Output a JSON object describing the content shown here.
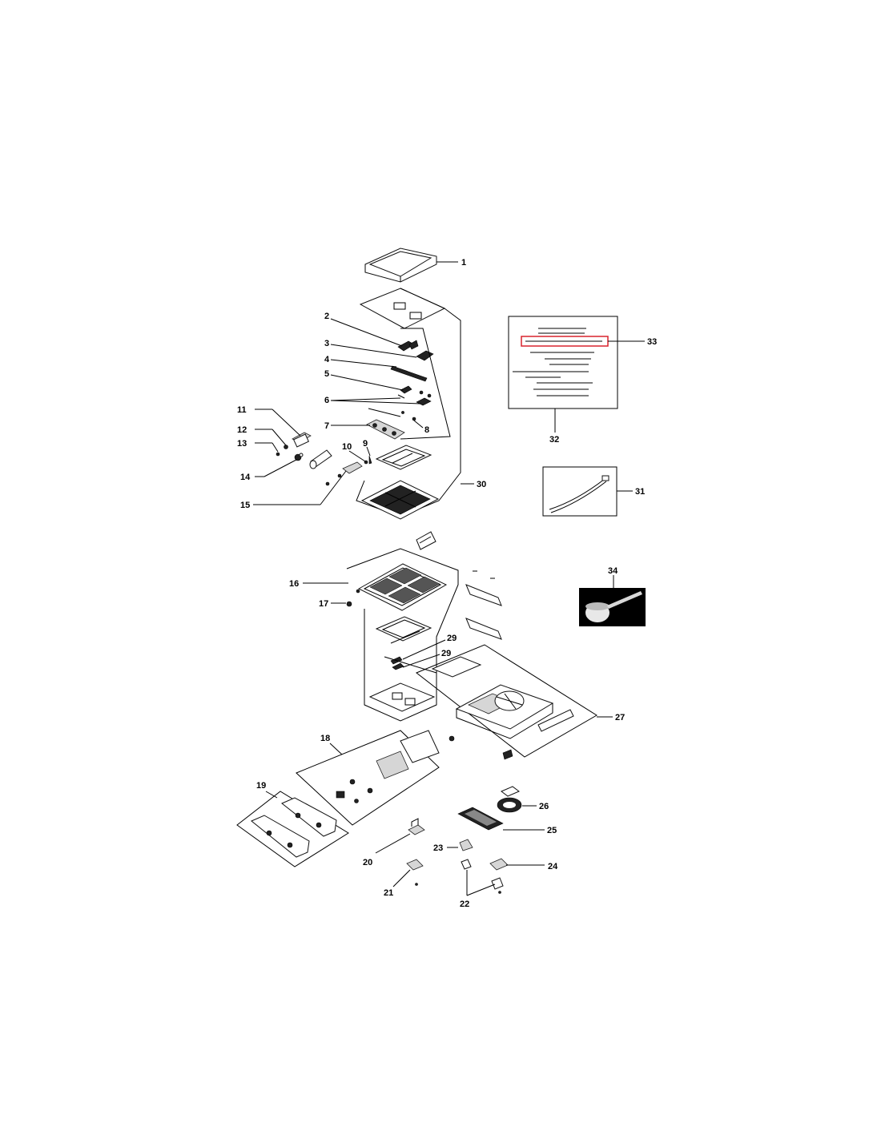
{
  "diagram": {
    "highlight_color": "#d9232d",
    "labels": {
      "l1": "1",
      "l2": "2",
      "l3": "3",
      "l4": "4",
      "l5": "5",
      "l6": "6",
      "l7": "7",
      "l8": "8",
      "l9": "9",
      "l10": "10",
      "l11": "11",
      "l12": "12",
      "l13": "13",
      "l14": "14",
      "l15": "15",
      "l16": "16",
      "l17": "17",
      "l18": "18",
      "l19": "19",
      "l20": "20",
      "l21": "21",
      "l22": "22",
      "l23": "23",
      "l24": "24",
      "l25": "25",
      "l26": "26",
      "l27": "27",
      "l29a": "29",
      "l29b": "29",
      "l30": "30",
      "l31": "31",
      "l32": "32",
      "l33": "33",
      "l34": "34"
    }
  }
}
